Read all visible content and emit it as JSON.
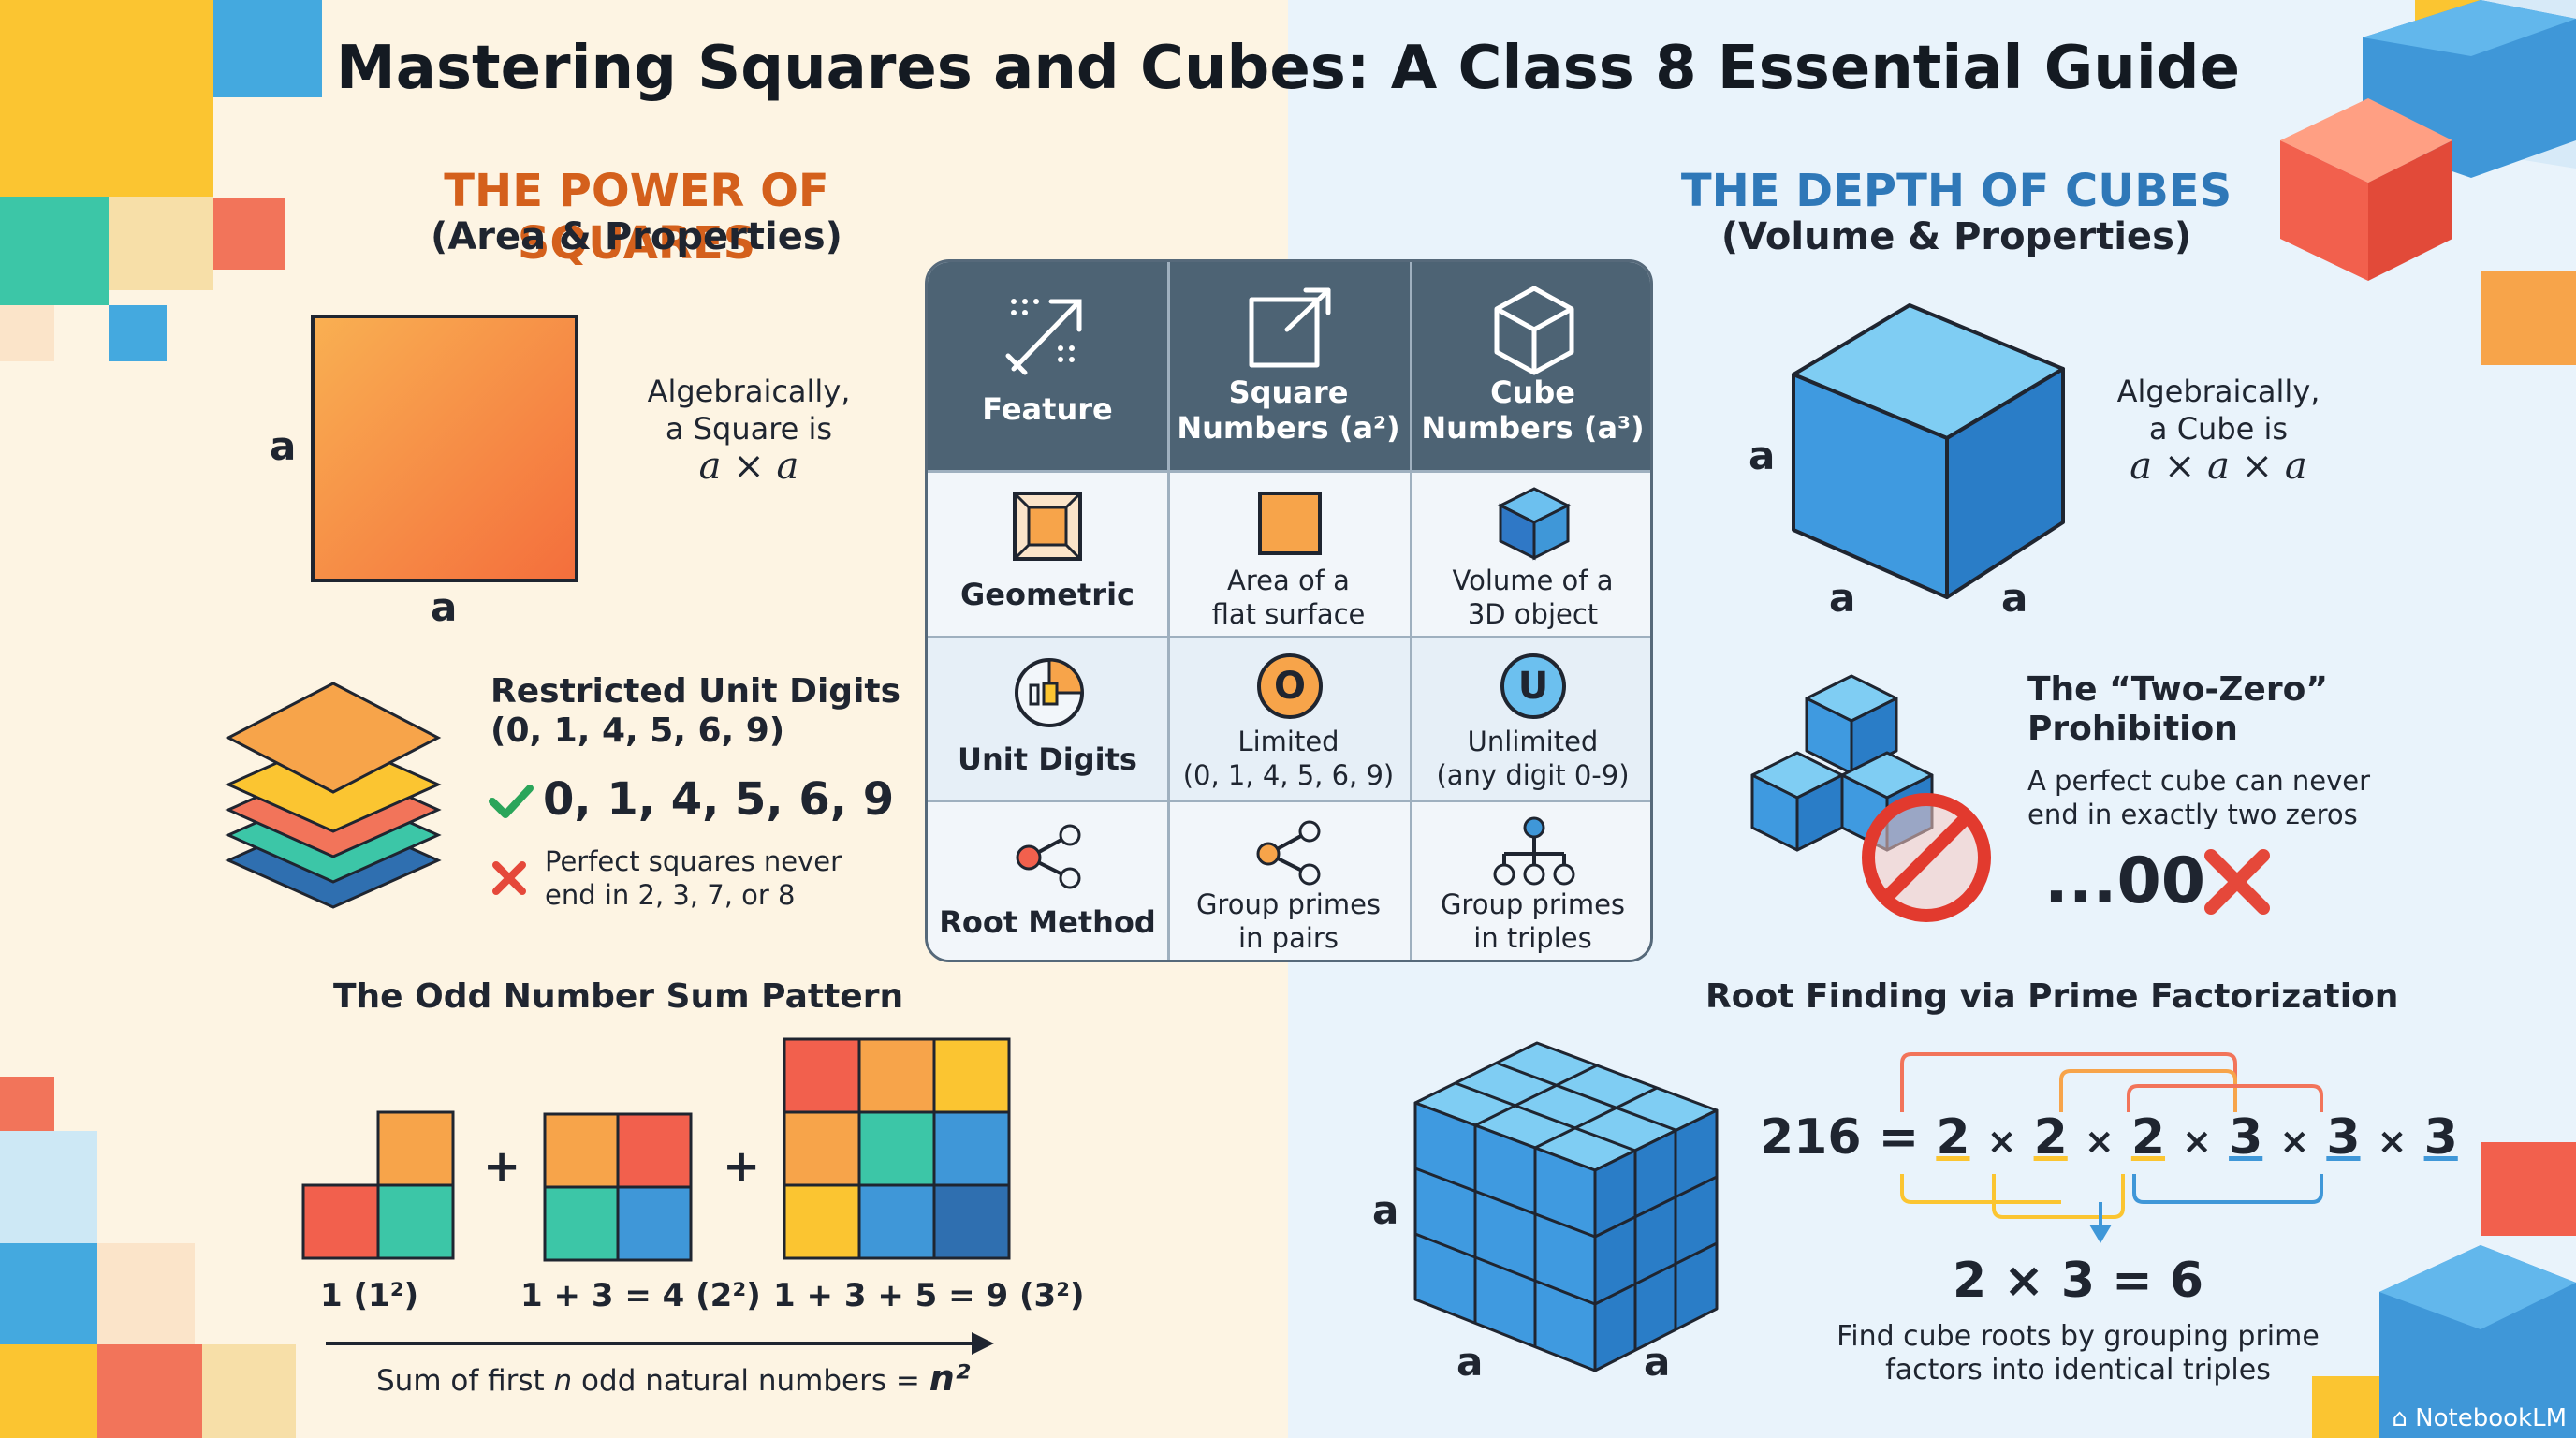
{
  "title": "Mastering Squares and Cubes: A Class 8 Essential Guide",
  "left": {
    "heading": "THE POWER OF SQUARES",
    "subheading": "(Area & Properties)",
    "side_label": "a",
    "bottom_label": "a",
    "alg_line1": "Algebraically,",
    "alg_line2": "a Square is",
    "alg_formula": "a × a",
    "digits_title_line1": "Restricted Unit Digits",
    "digits_title_line2": "(0, 1, 4, 5, 6, 9)",
    "digits_allowed": "0, 1, 4, 5, 6, 9",
    "digits_never_line1": "Perfect squares never",
    "digits_never_line2": "end in 2, 3, 7, or 8",
    "odd_title": "The Odd Number Sum Pattern",
    "plus": "+",
    "odd_labels": [
      "1 (1²)",
      "1 + 3 = 4 (2²)",
      "1 + 3 + 5 = 9 (3²)"
    ],
    "odd_rule_prefix": "Sum of first ",
    "odd_rule_var": "n",
    "odd_rule_mid": " odd natural numbers = ",
    "odd_rule_result": "n²"
  },
  "table": {
    "headers": {
      "feature": "Feature",
      "square_line1": "Square",
      "square_line2": "Numbers (a²)",
      "cube_line1": "Cube",
      "cube_line2": "Numbers (a³)"
    },
    "rows": [
      {
        "label": "Geometric",
        "square_line1": "Area of a",
        "square_line2": "flat surface",
        "cube_line1": "Volume of a",
        "cube_line2": "3D object"
      },
      {
        "label": "Unit Digits",
        "square_badge": "O",
        "square_line1": "Limited",
        "square_line2": "(0, 1, 4, 5, 6, 9)",
        "cube_badge": "U",
        "cube_line1": "Unlimited",
        "cube_line2": "(any digit 0-9)"
      },
      {
        "label": "Root Method",
        "square_line1": "Group primes",
        "square_line2": "in pairs",
        "cube_line1": "Group primes",
        "cube_line2": "in triples"
      }
    ]
  },
  "right": {
    "heading": "THE DEPTH OF CUBES",
    "subheading": "(Volume & Properties)",
    "side_label": "a",
    "bottom_label_left": "a",
    "bottom_label_right": "a",
    "alg_line1": "Algebraically,",
    "alg_line2": "a Cube is",
    "alg_formula": "a × a × a",
    "twozero_title_line1": "The “Two-Zero”",
    "twozero_title_line2": "Prohibition",
    "twozero_body_line1": "A perfect cube can never",
    "twozero_body_line2": "end in exactly two zeros",
    "twozero_example": "...00",
    "prime_title": "Root Finding via Prime Factorization",
    "factor_lhs": "216 = ",
    "factors": [
      "2",
      "2",
      "2",
      "3",
      "3",
      "3"
    ],
    "times": "×",
    "result": "2 × 3 = 6",
    "prime_caption_line1": "Find cube roots by grouping prime",
    "prime_caption_line2": "factors into identical triples",
    "cube_grid_side": "a",
    "cube_grid_bottom_left": "a",
    "cube_grid_bottom_right": "a"
  },
  "brand": "NotebookLM",
  "colors": {
    "square_accent": "#d4601c",
    "cube_accent": "#2f78b8",
    "orange": "#f7a44a",
    "blue": "#3f97d8",
    "green_check": "#2aa55a",
    "red_cross": "#e5483a"
  }
}
